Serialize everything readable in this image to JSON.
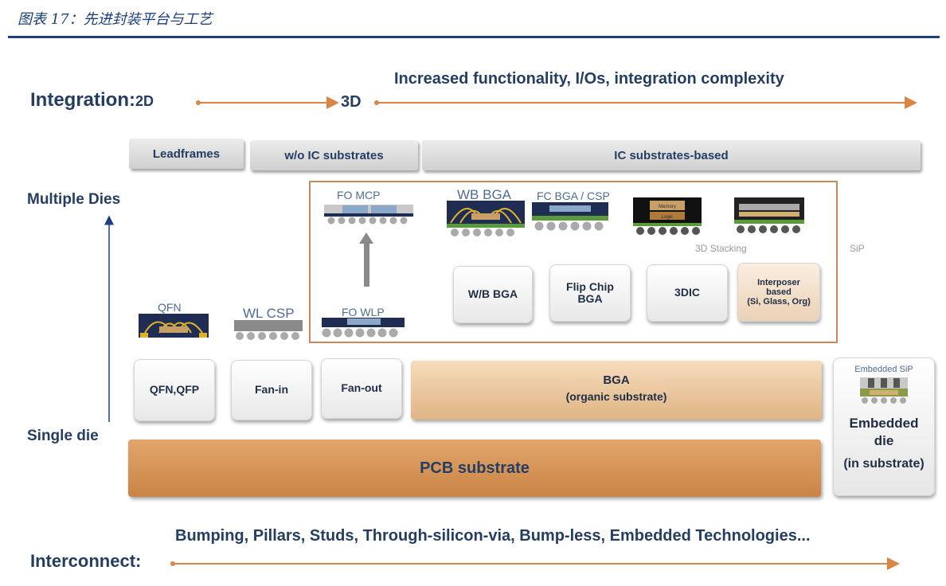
{
  "caption": "图表 17：先进封装平台与工艺",
  "integration": {
    "label": "Integration:",
    "start": "2D",
    "mid": "3D",
    "note": "Increased functionality, I/Os, integration complexity"
  },
  "categories": {
    "leadframes": "Leadframes",
    "wo_ic": "w/o IC substrates",
    "ic_based": "IC substrates-based"
  },
  "axis": {
    "top": "Multiple Dies",
    "bottom": "Single die"
  },
  "packages": {
    "qfn": "QFN",
    "wl_csp": "WL CSP",
    "fo_wlp": "FO WLP",
    "fo_mcp": "FO MCP",
    "wb_bga": "WB BGA",
    "fc_bga": "FC BGA / CSP",
    "stacking": "3D Stacking",
    "sip": "SiP",
    "embedded_sip": "Embedded SiP",
    "memory": "Memory",
    "logic": "Logic"
  },
  "boxes": {
    "qfn_qfp": "QFN,QFP",
    "fan_in": "Fan-in",
    "fan_out": "Fan-out",
    "wb_bga": "W/B BGA",
    "flip_chip_1": "Flip Chip",
    "flip_chip_2": "BGA",
    "three_dic": "3DIC",
    "interposer_1": "Interposer",
    "interposer_2": "based",
    "interposer_3": "(Si, Glass, Org)",
    "bga_title": "BGA",
    "bga_sub": "(organic substrate)",
    "pcb": "PCB substrate",
    "embedded_1": "Embedded",
    "embedded_2": "die",
    "embedded_3": "(in substrate)"
  },
  "interconnect": {
    "label": "Interconnect:",
    "note": "Bumping, Pillars, Studs, Through-silicon-via, Bump-less, Embedded Technologies..."
  },
  "colors": {
    "accent_orange": "#d98545",
    "navy": "#1f3f7f",
    "text": "#243e63"
  }
}
